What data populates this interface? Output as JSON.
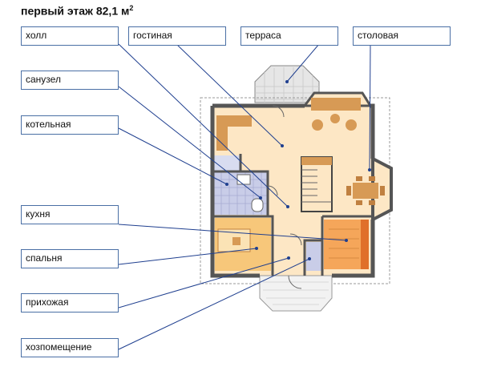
{
  "title": "первый этаж 82,1 м",
  "title_sup": "2",
  "labels": {
    "holl": "холл",
    "gostinaya": "гостиная",
    "terrasa": "терраса",
    "stolovaya": "столовая",
    "sanuzel": "санузел",
    "kotelnaya": "котельная",
    "kuhnya": "кухня",
    "spalnya": "спальня",
    "prihozhaya": "прихожая",
    "hozpomeshenie": "хозпомещение"
  },
  "colors": {
    "label_border": "#4a6fa5",
    "leader": "#1f3f8f",
    "wall": "#555555",
    "floor_living": "#fce9c8",
    "floor_kitchen": "#f08c3c",
    "floor_bedroom": "#f7c77a",
    "tiles": "#c9cde8",
    "furniture": "#d79a55",
    "terrace": "#dddddd"
  }
}
